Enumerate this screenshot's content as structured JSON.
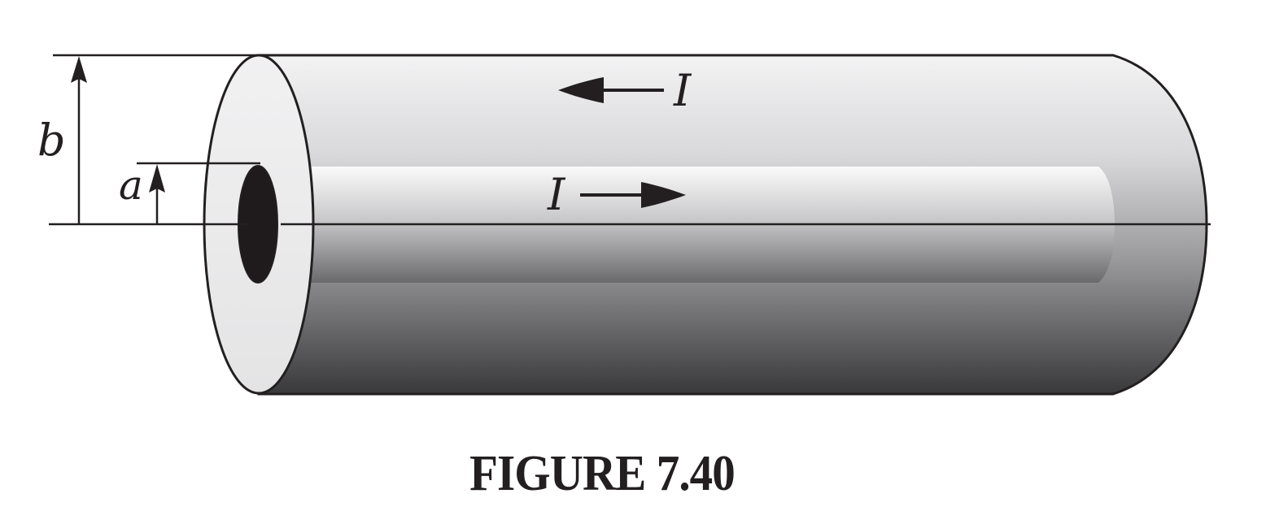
{
  "figure": {
    "caption": "FIGURE 7.40",
    "labels": {
      "outer_radius": "b",
      "inner_radius": "a",
      "outer_current": "I",
      "inner_current": "I"
    },
    "arrows": {
      "outer_current_direction": "left",
      "inner_current_direction": "right"
    },
    "colors": {
      "line": "#231f20",
      "inner_bore": "#1f1b1c",
      "end_face": "#ebebec",
      "shell_light": "#f2f2f3",
      "shell_dark": "#38383a"
    }
  }
}
